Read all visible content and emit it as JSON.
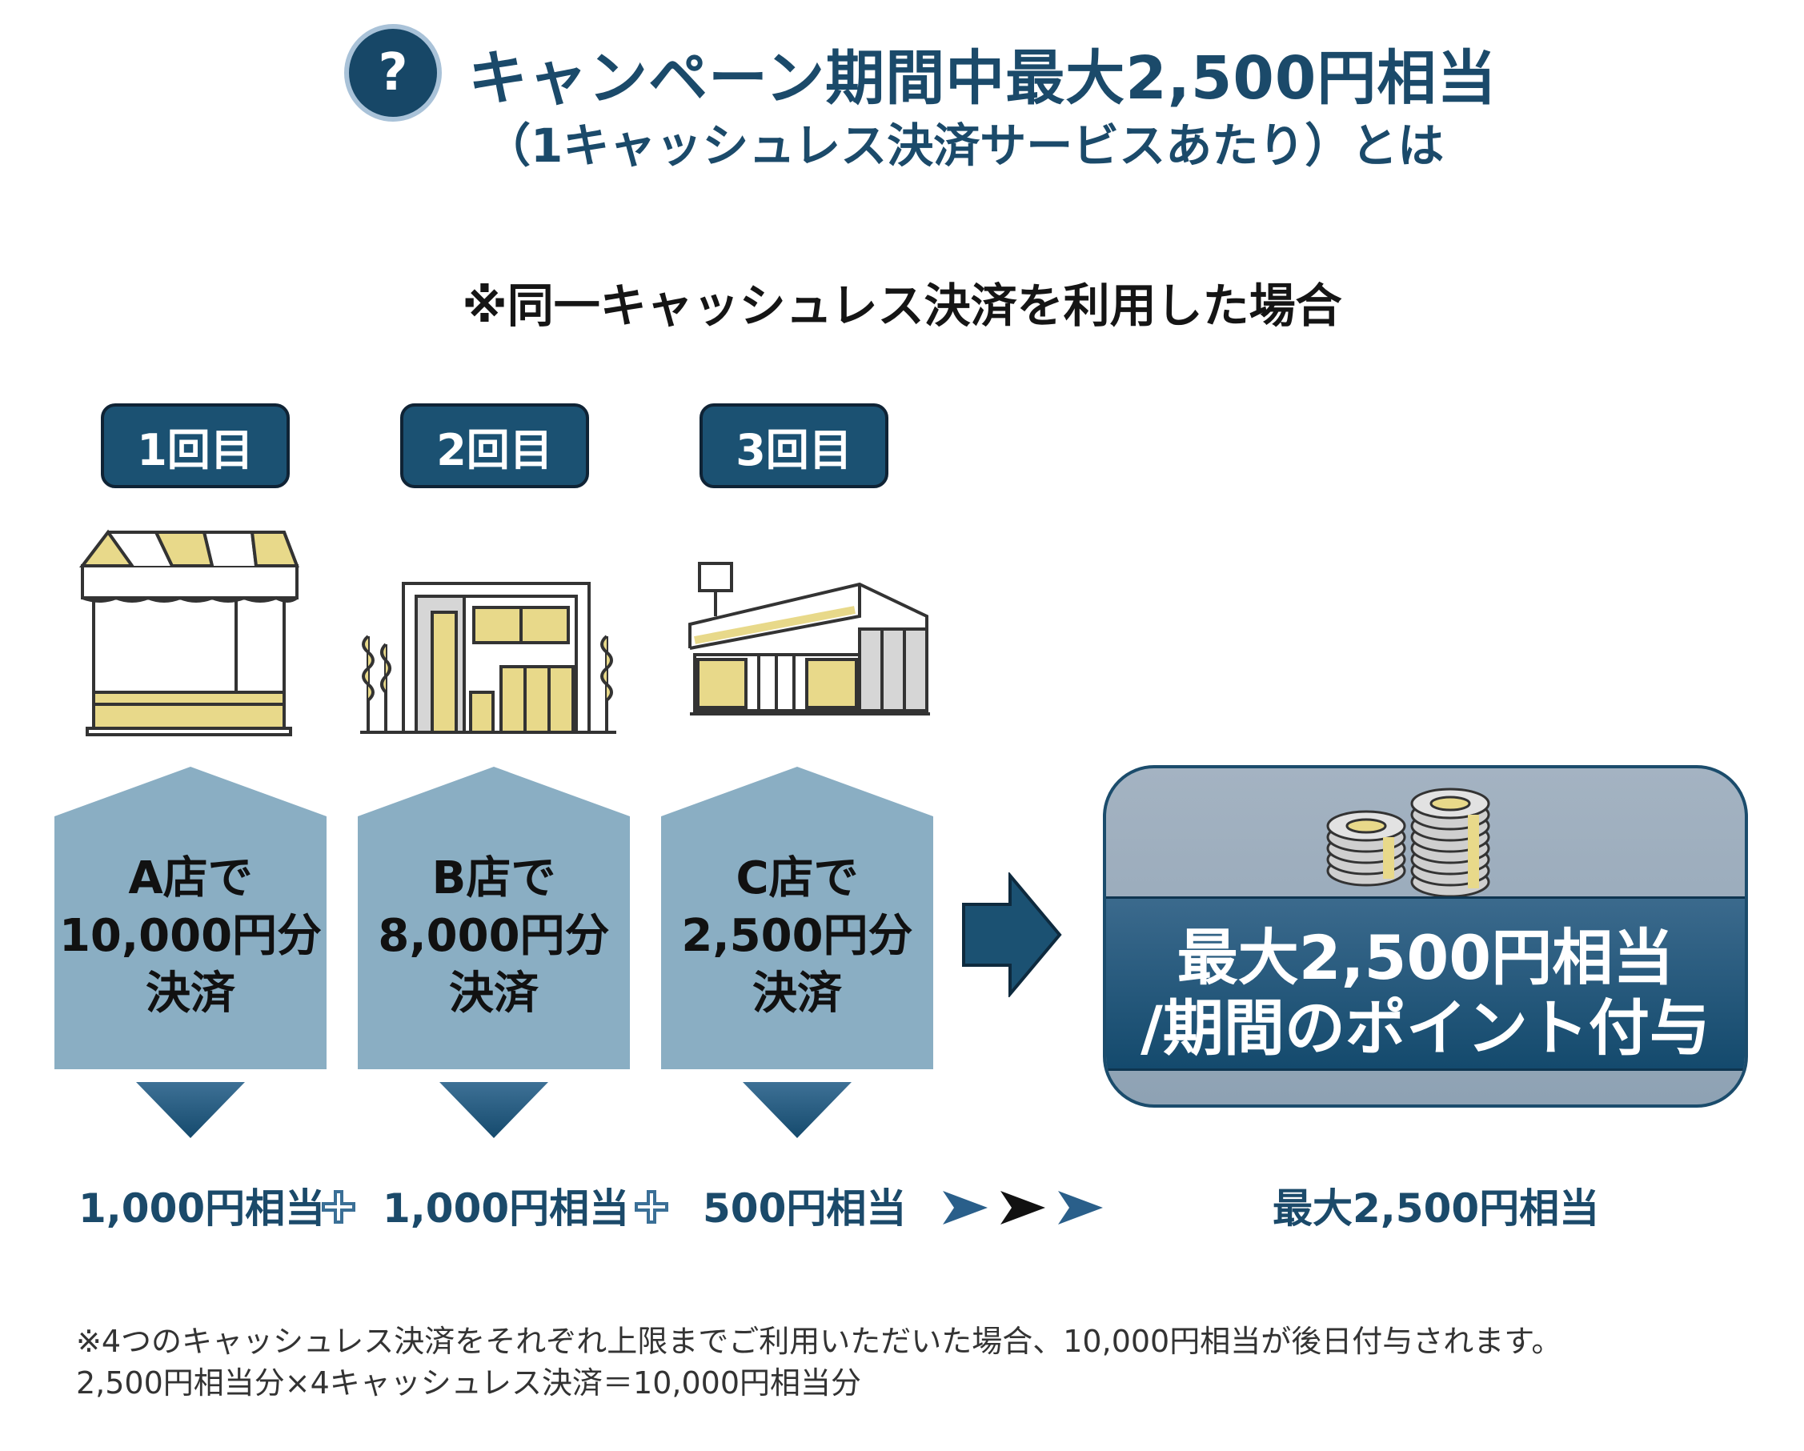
{
  "header": {
    "badge": "?",
    "title_line1": "キャンペーン期間中最大2,500円相当",
    "title_line2": "（1キャッシュレス決済サービスあたり）とは"
  },
  "subtitle": "※同一キャッシュレス決済を利用した場合",
  "steps": [
    {
      "label": "1回目",
      "line1": "A店で",
      "line2": "10,000円分",
      "line3": "決済",
      "amount": "1,000円相当"
    },
    {
      "label": "2回目",
      "line1": "B店で",
      "line2": "8,000円分",
      "line3": "決済",
      "amount": "1,000円相当"
    },
    {
      "label": "3回目",
      "line1": "C店で",
      "line2": "2,500円分",
      "line3": "決済",
      "amount": "500円相当"
    }
  ],
  "result": {
    "line1": "最大2,500円相当",
    "line2": "/期間のポイント付与",
    "amount": "最大2,500円相当"
  },
  "notes": [
    "※4つのキャッシュレス決済をそれぞれ上限までご利用いただいた場合、10,000円相当が後日付与されます。",
    "2,500円相当分×4キャッシュレス決済＝10,000円相当分"
  ],
  "colors": {
    "navy": "#1b5172",
    "pentagon": "#8aaec3",
    "accent_yellow": "#e8d98a",
    "arrow_blue": "#2a5f8a"
  },
  "icons": [
    "market-stall-icon",
    "building-icon",
    "convenience-store-icon",
    "coin-stack-icon",
    "right-arrow-icon",
    "down-triangle-icon",
    "plus-icon"
  ]
}
